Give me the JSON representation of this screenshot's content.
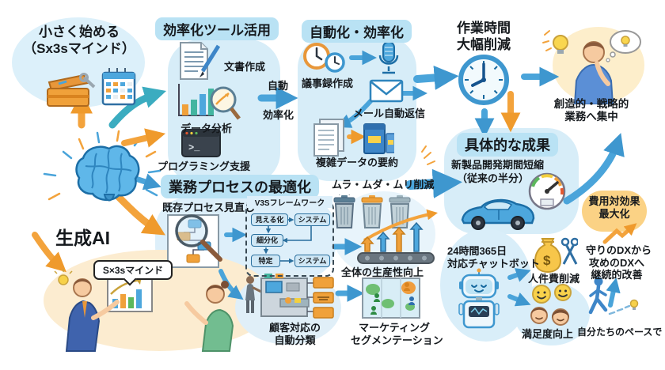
{
  "title_area": {
    "start_title": "小さく始める",
    "start_sub": "（Sx3sマインド）"
  },
  "gen_ai": "生成AI",
  "tools": {
    "header": "効率化ツール活用",
    "doc": "文書作成",
    "data": "データ分析",
    "prog": "プログラミング支援"
  },
  "flow": {
    "auto": "自動",
    "eff": "効率化"
  },
  "automation": {
    "header": "自動化・効率化",
    "minutes": "議事録作成",
    "mail": "メール自動返信",
    "summary": "複雑データの要約"
  },
  "time_saving": {
    "l1": "作業時間",
    "l2": "大幅削減"
  },
  "creative": {
    "l1": "創造的・戦略的",
    "l2": "業務へ集中"
  },
  "results": {
    "header": "具体的な成果",
    "l1": "新製品開発期間短縮",
    "l2": "（従来の半分）"
  },
  "cost": {
    "l1": "費用対効果",
    "l2": "最大化"
  },
  "process": {
    "header": "業務プロセスの最適化",
    "review": "既存プロセス見直し",
    "muda": "ムラ・ムダ・ムリ削減",
    "productivity": "全体の生産性向上"
  },
  "v3s": {
    "title": "V3Sフレームワーク",
    "b1": "見える化",
    "b2": "システム",
    "b3": "細分化",
    "b4": "特定",
    "b5": "システム"
  },
  "people": {
    "bubble": "S×3sマインド"
  },
  "sorting": {
    "l1": "顧客対応の",
    "l2": "自動分類"
  },
  "marketing": {
    "l1": "マーケティング",
    "l2": "セグメンテーション"
  },
  "chatbot": {
    "l1": "24時間365日",
    "l2": "対応チャットボット",
    "labor": "人件費削減",
    "satisfaction": "満足度向上"
  },
  "dx": {
    "l1": "守りのDXから",
    "l2": "攻めのDXへ",
    "l3": "継続的改善",
    "pace": "自分たちのペースで"
  },
  "symbols": {
    "prompt": ">_",
    "dollar": "$"
  },
  "colors": {
    "arrow_blue": "#4aa4da",
    "arrow_orange": "#f3a33c",
    "arrow_teal": "#3bacc0",
    "blob_blue": "#d7edf8",
    "blob_cream": "#fdeecb",
    "blob_peach": "#fcecd0",
    "header_bg": "#b9e2f4",
    "cost_bubble": "#fbd285",
    "text": "#15191d"
  }
}
